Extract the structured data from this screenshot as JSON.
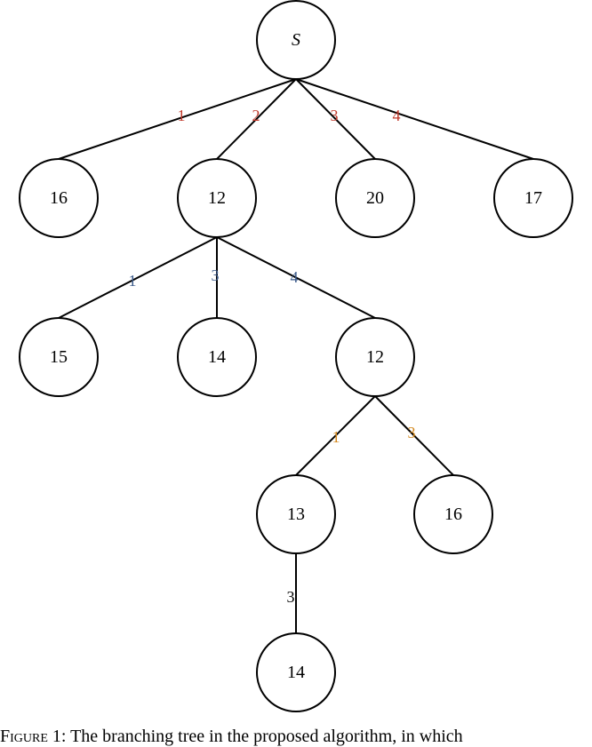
{
  "colors": {
    "level1_edge_labels": "#c0392b",
    "level2_edge_labels": "#3b5a8a",
    "level3_edge_labels": "#d4891f",
    "level4_edge_labels": "#000000"
  },
  "tree": {
    "root": {
      "label": "S"
    },
    "level1": [
      {
        "node": "16",
        "edge": "1"
      },
      {
        "node": "12",
        "edge": "2"
      },
      {
        "node": "20",
        "edge": "3"
      },
      {
        "node": "17",
        "edge": "4"
      }
    ],
    "level2": [
      {
        "node": "15",
        "edge": "1"
      },
      {
        "node": "14",
        "edge": "3"
      },
      {
        "node": "12",
        "edge": "4"
      }
    ],
    "level3": [
      {
        "node": "13",
        "edge": "1"
      },
      {
        "node": "16",
        "edge": "3"
      }
    ],
    "level4": [
      {
        "node": "14",
        "edge": "3"
      }
    ]
  },
  "caption": {
    "prefix": "Figure 1:",
    "text": " The branching tree in the proposed algorithm, in which"
  }
}
